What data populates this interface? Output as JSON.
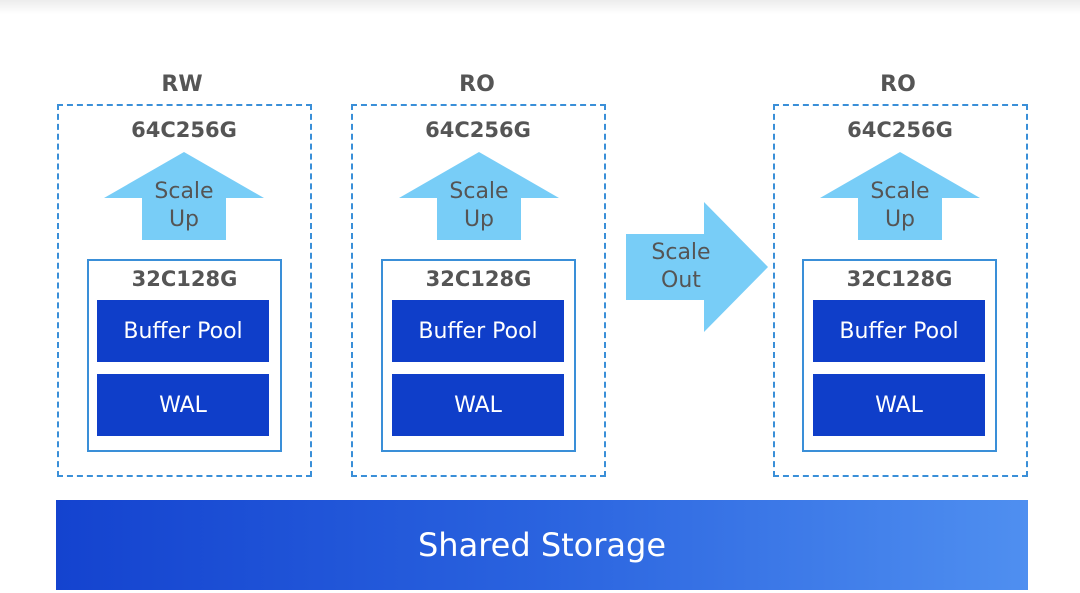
{
  "nodes": [
    {
      "role": "RW",
      "target_spec": "64C256G",
      "scale_up": [
        "Scale",
        "Up"
      ],
      "current_spec": "32C128G",
      "buffer_pool": "Buffer Pool",
      "wal": "WAL"
    },
    {
      "role": "RO",
      "target_spec": "64C256G",
      "scale_up": [
        "Scale",
        "Up"
      ],
      "current_spec": "32C128G",
      "buffer_pool": "Buffer Pool",
      "wal": "WAL"
    },
    {
      "role": "RO",
      "target_spec": "64C256G",
      "scale_up": [
        "Scale",
        "Up"
      ],
      "current_spec": "32C128G",
      "buffer_pool": "Buffer Pool",
      "wal": "WAL"
    }
  ],
  "scale_out": [
    "Scale",
    "Out"
  ],
  "storage": {
    "label": "Shared Storage"
  },
  "colors": {
    "dashed_border": "#3a8fd8",
    "arrow_fill": "#78cdf7",
    "block_fill": "#0f3ec9",
    "text_gray": "#555555",
    "storage_start": "#1443cf",
    "storage_end": "#4f8ff0"
  }
}
